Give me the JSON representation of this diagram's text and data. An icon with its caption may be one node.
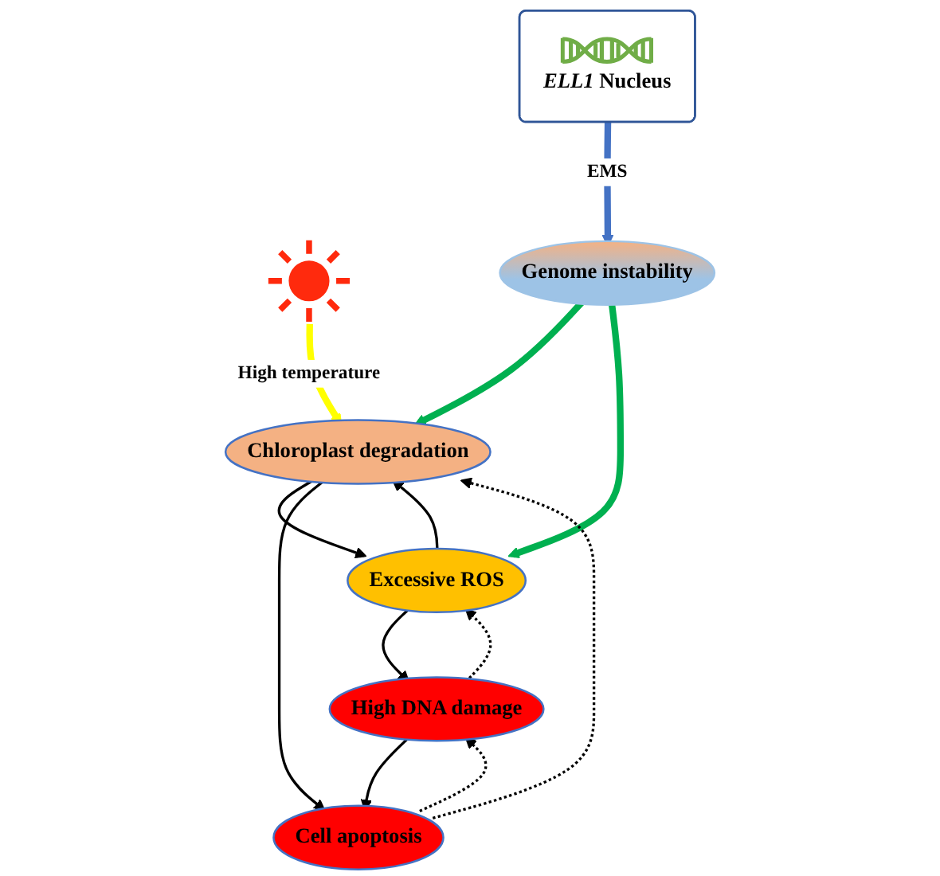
{
  "diagram": {
    "nodes": [
      {
        "text": [
          "*ELL1* Nucleus"
        ]
      },
      {
        "text": [],
        "shape": "picture"
      },
      {
        "text": [
          "Genome instability"
        ]
      },
      {
        "text": [
          "Chloroplast degradation"
        ]
      },
      {
        "text": [
          "Excessive ROS"
        ]
      },
      {
        "text": [
          "Cell apoptosis"
        ]
      },
      {
        "text": [
          "High DNA damage"
        ]
      }
    ],
    "edges": [
      {
        "from": 0,
        "to": 2,
        "arrow": "to",
        "label": "EMS",
        "style": "thick",
        "color": "#4472c4"
      },
      {
        "from": 1,
        "to": 3,
        "arrow": "to",
        "label": "High temperature",
        "style": "thick",
        "color": "#ffff00"
      },
      {
        "from": 2,
        "to": 3,
        "arrow": "to",
        "style": "thick",
        "color": "#00b050"
      },
      {
        "from": 2,
        "to": 4,
        "arrow": "to",
        "style": "thick",
        "color": "#00b050"
      },
      {
        "from": 4,
        "to": 3,
        "arrow": "to"
      },
      {
        "from": 3,
        "to": 4,
        "arrow": "to"
      },
      {
        "from": 3,
        "to": 5,
        "arrow": "to"
      },
      {
        "from": 5,
        "to": 3,
        "arrow": "to",
        "style": "dashed"
      },
      {
        "from": 4,
        "to": 6,
        "arrow": "to"
      },
      {
        "from": 6,
        "to": 4,
        "arrow": "to",
        "style": "dashed"
      },
      {
        "from": 6,
        "to": 5,
        "arrow": "to"
      },
      {
        "from": 5,
        "to": 6,
        "arrow": "to",
        "style": "dashed"
      }
    ]
  }
}
